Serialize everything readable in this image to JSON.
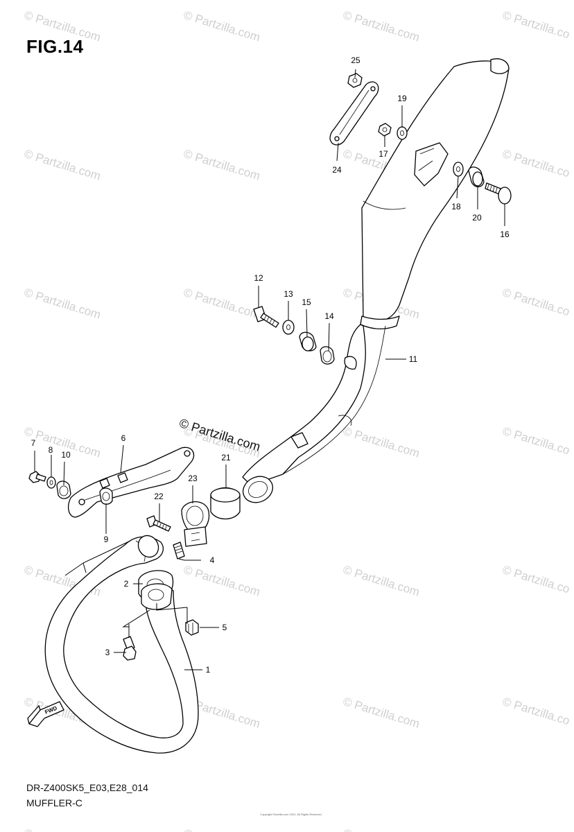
{
  "figure": {
    "title": "FIG.14",
    "code": "DR-Z400SK5_E03,E28_014",
    "section": "MUFFLER-C",
    "copyright_note": "Copyright Partzilla.com 2024. All Rights Reserved.",
    "center_watermark": "© Partzilla.com"
  },
  "watermark": "© Partzilla.com",
  "callouts": [
    "1",
    "2",
    "3",
    "4",
    "5",
    "6",
    "7",
    "8",
    "9",
    "10",
    "11",
    "12",
    "13",
    "14",
    "15",
    "16",
    "17",
    "18",
    "19",
    "20",
    "21",
    "22",
    "23",
    "24",
    "25"
  ],
  "fwd_label": "FWD",
  "colors": {
    "ink": "#000000",
    "watermark": "#cfcfcf",
    "background": "#ffffff"
  }
}
